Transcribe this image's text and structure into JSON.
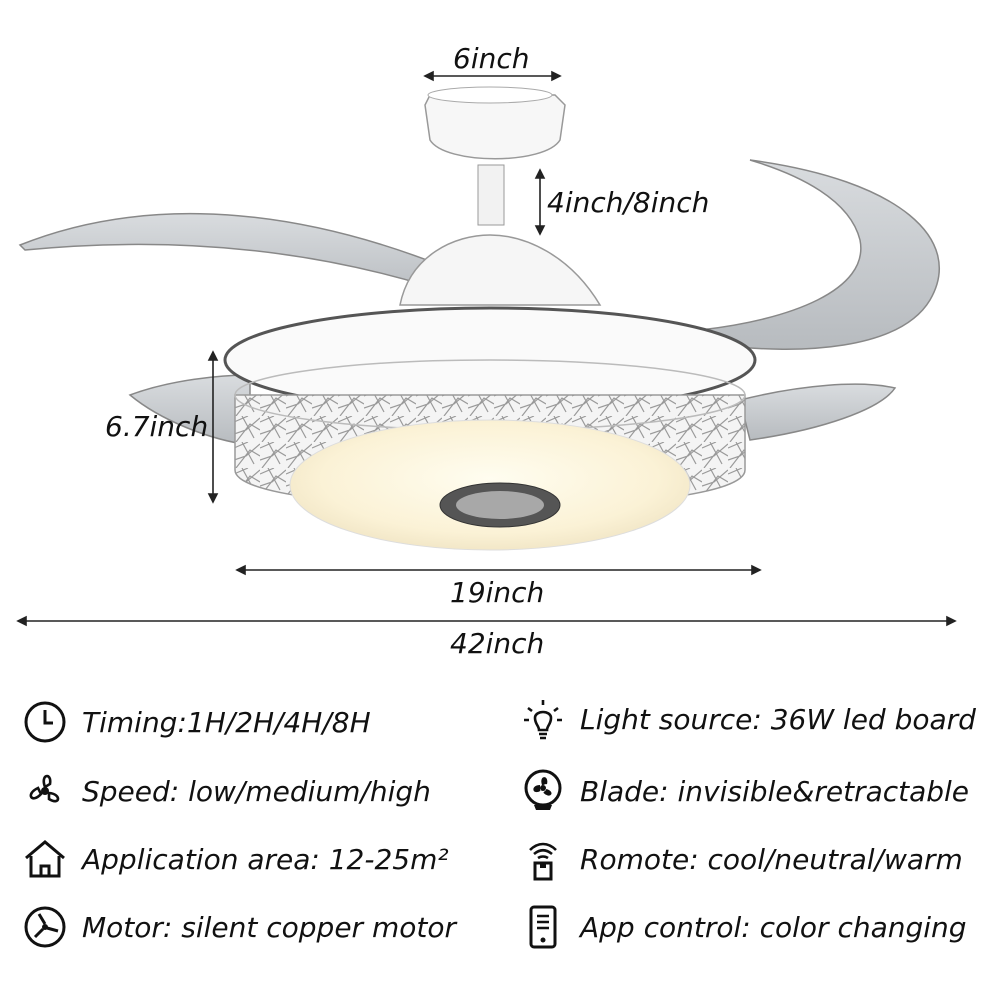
{
  "dimensions": {
    "canopy_width": "6inch",
    "downrod_length": "4inch/8inch",
    "body_height": "6.7inch",
    "body_diameter": "19inch",
    "blade_span": "42inch"
  },
  "features": [
    {
      "icon": "clock-icon",
      "text": "Timing:1H/2H/4H/8H"
    },
    {
      "icon": "fan-icon",
      "text": "Speed: low/medium/high"
    },
    {
      "icon": "house-icon",
      "text": "Application area: 12-25m²"
    },
    {
      "icon": "motor-icon",
      "text": "Motor: silent copper motor"
    },
    {
      "icon": "light-bulb-icon",
      "text": "Light source: 36W led board"
    },
    {
      "icon": "blade-icon",
      "text": "Blade: invisible&retractable"
    },
    {
      "icon": "remote-icon",
      "text": "Romote: cool/neutral/warm"
    },
    {
      "icon": "phone-app-icon",
      "text": "App control: color changing"
    }
  ]
}
